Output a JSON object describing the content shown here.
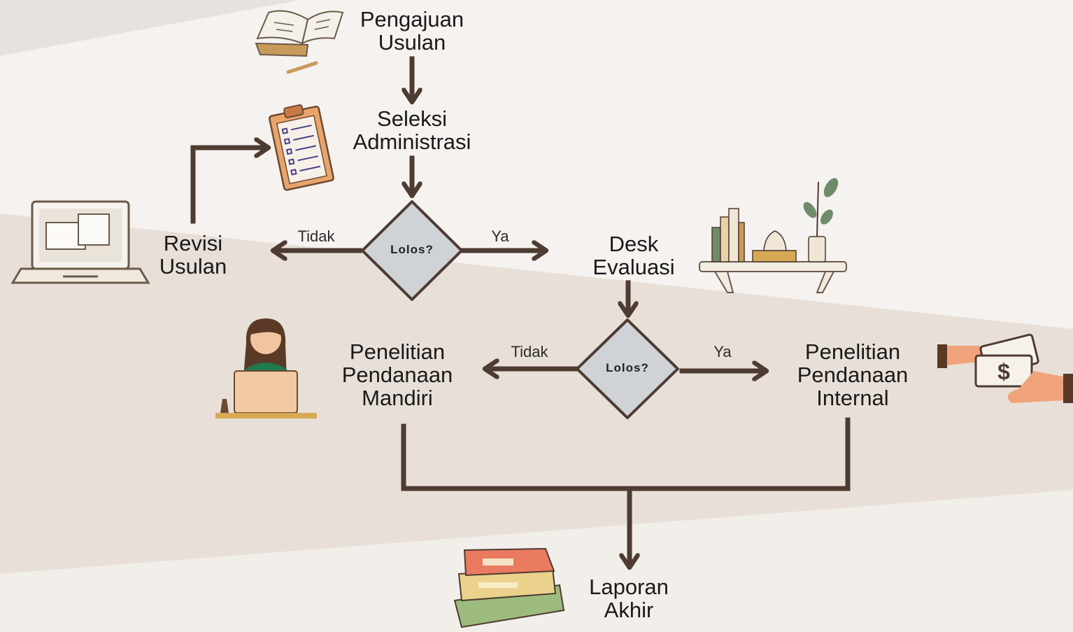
{
  "nodes": {
    "pengajuan": [
      "Pengajuan",
      "Usulan"
    ],
    "seleksi": [
      "Seleksi",
      "Administrasi"
    ],
    "revisi": [
      "Revisi",
      "Usulan"
    ],
    "desk": [
      "Desk",
      "Evaluasi"
    ],
    "mandiri": [
      "Penelitian",
      "Pendanaan",
      "Mandiri"
    ],
    "internal": [
      "Penelitian",
      "Pendanaan",
      "Internal"
    ],
    "laporan": [
      "Laporan",
      "Akhir"
    ]
  },
  "decisions": {
    "first": "Lolos?",
    "second": "Lolos?"
  },
  "edge_labels": {
    "first_no": "Tidak",
    "first_yes": "Ya",
    "second_no": "Tidak",
    "second_yes": "Ya"
  },
  "icons": [
    "open-book-icon",
    "clipboard-checklist-icon",
    "laptop-icon",
    "bookshelf-plant-icon",
    "woman-laptop-icon",
    "money-handover-icon",
    "book-stack-icon"
  ],
  "colors": {
    "arrow": "#4e3b31",
    "diamond_fill": "#cfd2d6",
    "diamond_stroke": "#4e3b31",
    "background_light": "#f6f3f0",
    "background_dark": "#e6ddd4"
  }
}
